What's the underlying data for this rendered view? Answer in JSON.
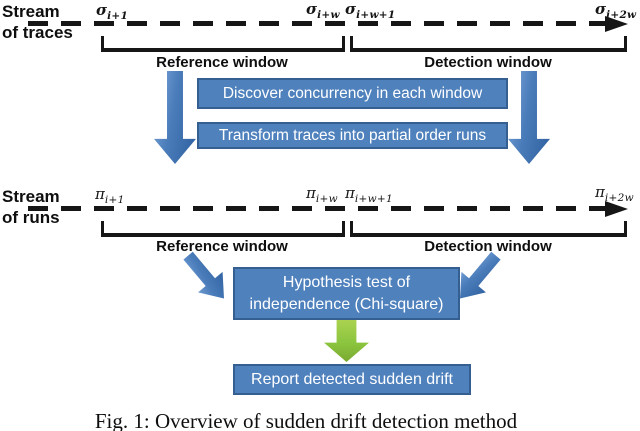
{
  "figure": {
    "caption": "Fig. 1: Overview of sudden drift detection method"
  },
  "trace_stream": {
    "label_line1": "Stream",
    "label_line2": "of traces",
    "markers": [
      {
        "symbol": "σ",
        "subscript": "i+1"
      },
      {
        "symbol": "σ",
        "subscript": "i+w"
      },
      {
        "symbol": "σ",
        "subscript": "i+w+1"
      },
      {
        "symbol": "σ",
        "subscript": "i+2w"
      }
    ],
    "reference_window_label": "Reference window",
    "detection_window_label": "Detection window"
  },
  "run_stream": {
    "label_line1": "Stream",
    "label_line2": "of runs",
    "markers": [
      {
        "symbol": "π",
        "subscript": "i+1"
      },
      {
        "symbol": "π",
        "subscript": "i+w"
      },
      {
        "symbol": "π",
        "subscript": "i+w+1"
      },
      {
        "symbol": "π",
        "subscript": "i+2w"
      }
    ],
    "reference_window_label": "Reference window",
    "detection_window_label": "Detection window"
  },
  "process": {
    "discover_label": "Discover concurrency in each window",
    "transform_label": "Transform traces into partial order runs",
    "hypothesis_line1": "Hypothesis test of",
    "hypothesis_line2": "independence (Chi-square)",
    "report_label": "Report detected sudden drift"
  },
  "icons": {
    "stream_arrowhead": "solid right-pointing triangle at end of dashed timeline",
    "down_arrow": "thick blue gradient down arrow",
    "diagonal_arrow": "thick blue gradient diagonal arrow",
    "green_down_arrow": "thick green gradient down arrow"
  },
  "colors": {
    "box_fill": "#4f81bd",
    "box_border": "#365f91",
    "box_text": "#ffffff",
    "arrow_blue_light": "#7fa8db",
    "arrow_blue_dark": "#2e5f9e",
    "arrow_green_light": "#aad250",
    "arrow_green_dark": "#7aa930",
    "line_black": "#161616"
  }
}
